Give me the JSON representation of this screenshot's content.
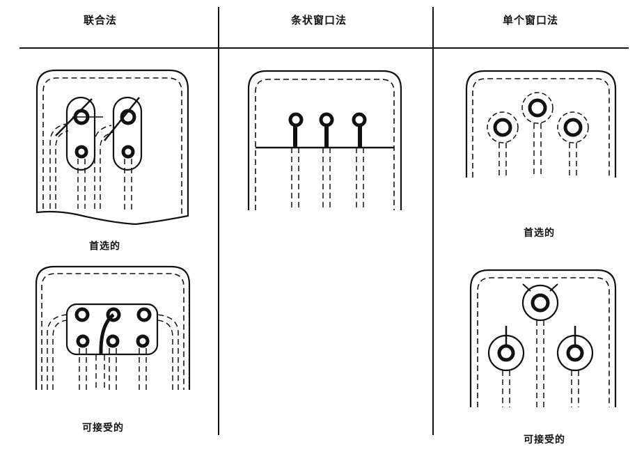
{
  "headers": {
    "combined": "联合法",
    "strip": "条状窗口法",
    "single": "单个窗口法"
  },
  "captions": {
    "combined_preferred": "首选的",
    "combined_acceptable": "可接受的",
    "single_preferred": "首选的",
    "single_acceptable": "可接受的"
  }
}
